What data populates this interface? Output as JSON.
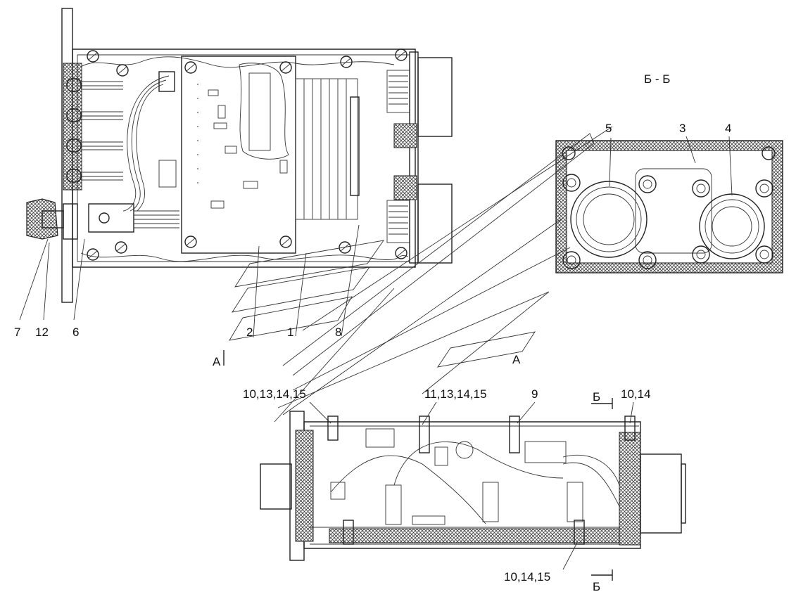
{
  "section_title": "Б - Б",
  "callouts": {
    "c1": "1",
    "c2": "2",
    "c3": "3",
    "c4": "4",
    "c5": "5",
    "c6": "6",
    "c7": "7",
    "c8": "8",
    "c9": "9",
    "c12": "12",
    "c10_13_14_15": "10,13,14,15",
    "c11_13_14_15": "11,13,14,15",
    "c10_14": "10,14",
    "c10_14_15": "10,14,15"
  },
  "view_marks": {
    "a_left": "А",
    "a_right": "А",
    "b_top": "Б",
    "b_bottom": "Б"
  },
  "colors": {
    "line": "#222222",
    "hatch": "#555555",
    "background": "#ffffff"
  }
}
